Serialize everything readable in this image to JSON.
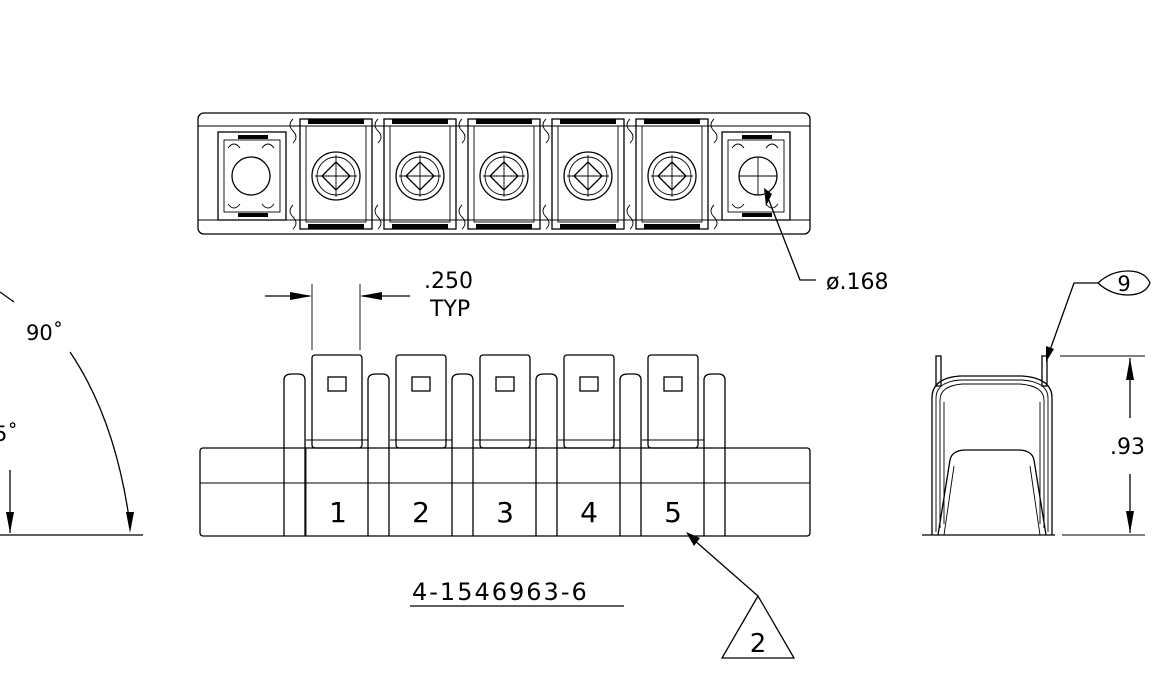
{
  "dimensions": {
    "pitch_value": ".250",
    "pitch_note": "TYP",
    "hole_diameter": "ø.168",
    "angle_right": "90˚",
    "angle_left_partial": "5˚",
    "height_partial": ".93"
  },
  "part_number": "4-1546963-6",
  "position_numbers": [
    "1",
    "2",
    "3",
    "4",
    "5"
  ],
  "callouts": {
    "balloon_item": "9",
    "triangle_note": "2"
  }
}
